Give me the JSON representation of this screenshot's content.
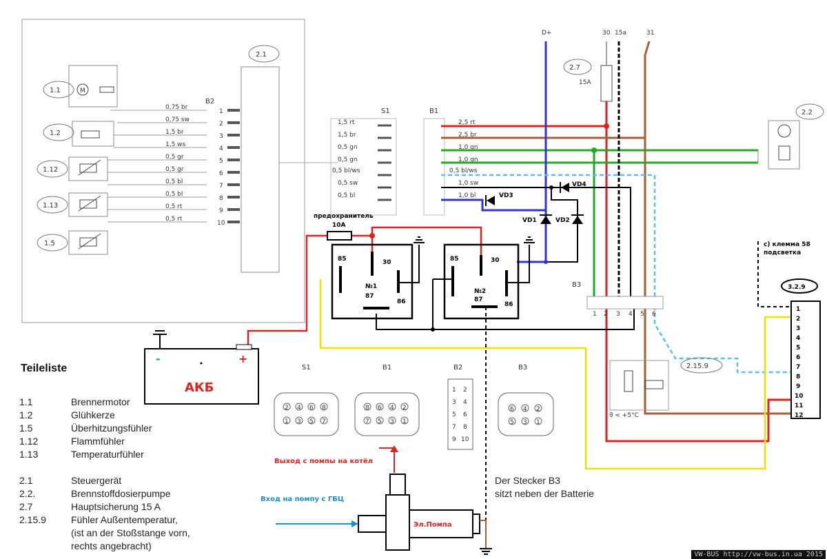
{
  "components": {
    "c11": "1.1",
    "c12": "1.2",
    "c112": "1.12",
    "c113": "1.13",
    "c15": "1.5",
    "c21": "2.1",
    "c27": "2.7",
    "c22": "2.2",
    "c2159": "2.15.9",
    "c329": "3.2.9",
    "fuse15": "15A"
  },
  "connectors": {
    "b2": "B2",
    "s1": "S1",
    "b1": "B1",
    "b3": "B3"
  },
  "b2_wires": [
    "0,75 br",
    "0,75 sw",
    "1,5 br",
    "1,5 ws",
    "0,5 gr",
    "0,5 gr",
    "0,5 bl",
    "0,5 bl",
    "0,5 rt",
    "0,5 rt"
  ],
  "b2_pins": [
    "1",
    "2",
    "3",
    "4",
    "5",
    "6",
    "7",
    "8",
    "9",
    "10"
  ],
  "s1_wires": [
    "1,5 rt",
    "1,5 br",
    "0,5 gn",
    "0,5 gn",
    "0,5 bl/ws",
    "0,5 sw",
    "0,5 bl"
  ],
  "b1_wires": [
    "2,5 rt",
    "2,5 br",
    "1,0 gn",
    "1,0 gn",
    "0,5 bl/ws",
    "1,0 sw",
    "1,0 bl"
  ],
  "top_terms": {
    "dplus": "D+",
    "t30": "30",
    "t15a": "15a",
    "t31": "31"
  },
  "diodes": {
    "vd1": "VD1",
    "vd2": "VD2",
    "vd3": "VD3",
    "vd4": "VD4"
  },
  "prefuse": {
    "line1": "предохранитель",
    "line2": "10A"
  },
  "relay1": {
    "p85": "85",
    "p30": "30",
    "p87": "87",
    "p86": "86",
    "name": "№1"
  },
  "relay2": {
    "p85": "85",
    "p30": "30",
    "p87": "87",
    "p86": "86",
    "name": "№2"
  },
  "battery": {
    "label": "АКБ",
    "minus": "-",
    "plus": "+"
  },
  "klemma": {
    "line1": "с) клемма 58",
    "line2": "подсветка"
  },
  "block_pins": [
    "1",
    "2",
    "3",
    "4",
    "5",
    "6",
    "7",
    "8",
    "9",
    "10",
    "11",
    "12"
  ],
  "b3_pins": [
    "1",
    "2",
    "3",
    "4",
    "5",
    "6"
  ],
  "thermo": "ϑ < +5°C",
  "pump": {
    "label": "Эл.Помпа",
    "out": "Выход с помпы на котёл",
    "in": "Вход на помпу с ГБЦ"
  },
  "bottom_connectors": {
    "s1": "S1",
    "b1": "B1",
    "b2": "B2",
    "b3": "B3"
  },
  "s1_top": [
    "2",
    "4",
    "6",
    "8"
  ],
  "s1_bot": [
    "1",
    "3",
    "5",
    "7"
  ],
  "b1_top": [
    "8",
    "6",
    "4",
    "2"
  ],
  "b1_bot": [
    "7",
    "5",
    "3",
    "1"
  ],
  "b2_left": [
    "1",
    "3",
    "5",
    "7",
    "9"
  ],
  "b2_right": [
    "2",
    "4",
    "6",
    "8",
    "10"
  ],
  "b3_top": [
    "6",
    "4",
    "2"
  ],
  "b3_bot": [
    "5",
    "3",
    "1"
  ],
  "parts_header": "Teileliste",
  "parts": [
    {
      "num": "1.1",
      "name": "Brennermotor"
    },
    {
      "num": "1.2",
      "name": "Glühkerze"
    },
    {
      "num": "1.5",
      "name": "Überhitzungsfühler"
    },
    {
      "num": "1.12",
      "name": "Flammfühler"
    },
    {
      "num": "1.13",
      "name": "Temperaturfühler"
    }
  ],
  "parts2": [
    {
      "num": "2.1",
      "name": "Steuergerät"
    },
    {
      "num": "2.2.",
      "name": "Brennstoffdosierpumpe"
    },
    {
      "num": "2.7",
      "name": "Hauptsicherung 15 A"
    },
    {
      "num": "2.15.9",
      "name": "Fühler Außentemperatur,"
    }
  ],
  "parts2_extra": [
    "(ist an der Stoßstange vorn,",
    "rechts angebracht)"
  ],
  "note": [
    "Der Stecker B3",
    "sitzt neben der Batterie"
  ],
  "watermark": "VW-BUS http://vw-bus.in.ua 2015"
}
